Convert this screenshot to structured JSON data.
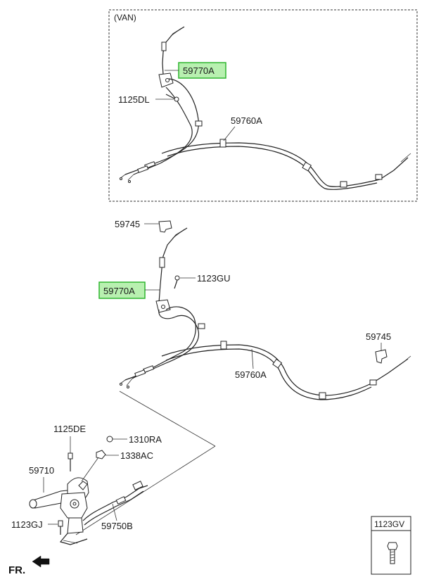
{
  "colors": {
    "highlight_fill": "#b8f0b0",
    "highlight_stroke": "#2fb52f",
    "line": "#222222"
  },
  "van_section": {
    "title": "(VAN)"
  },
  "labels": {
    "p59770A_van": "59770A",
    "p1125DL": "1125DL",
    "p59760A_van": "59760A",
    "p59745_top": "59745",
    "p59770A": "59770A",
    "p1123GU": "1123GU",
    "p59745_right": "59745",
    "p59760A": "59760A",
    "p1125DE": "1125DE",
    "p1310RA": "1310RA",
    "p59710": "59710",
    "p1338AC": "1338AC",
    "p1123GJ": "1123GJ",
    "p59750B": "59750B"
  },
  "legend_box": {
    "title": "1123GV",
    "icon": "bolt-icon"
  },
  "direction": {
    "text": "FR.",
    "icon": "front-arrow-icon"
  }
}
